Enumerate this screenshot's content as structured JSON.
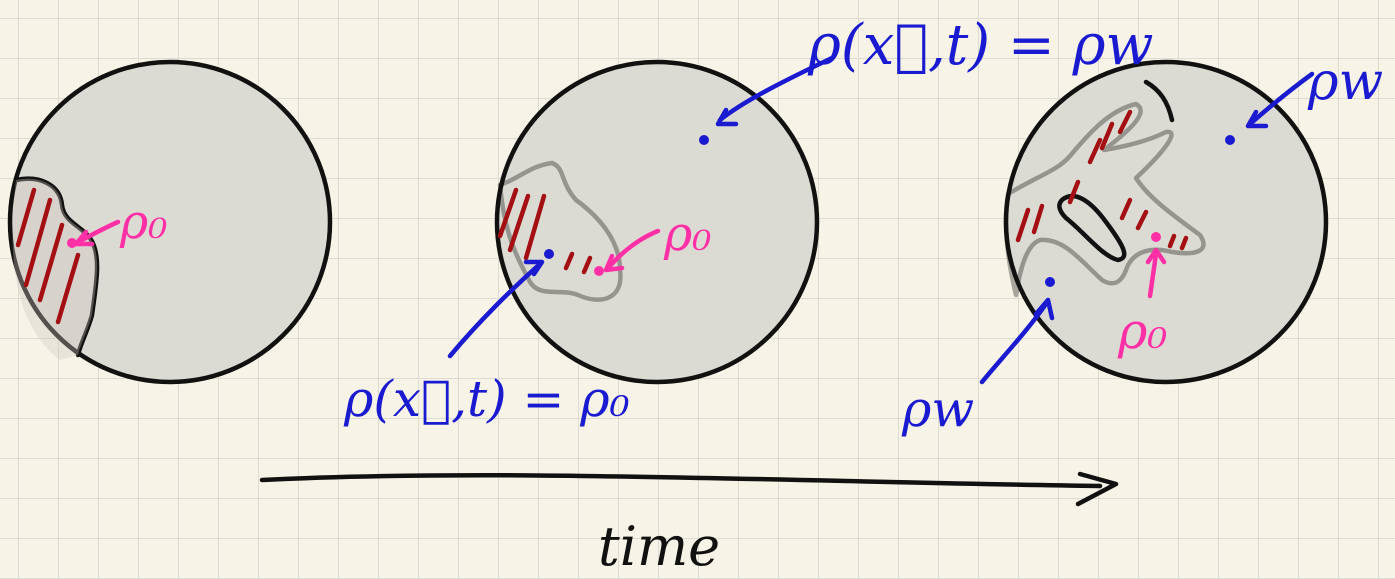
{
  "labels": {
    "panel1_rho0": "ρ₀",
    "panel2_rho_top": "ρ(x⃗,t) = ρw",
    "panel2_rho0": "ρ₀",
    "panel2_rho_bottom": "ρ(x⃗,t) = ρ₀",
    "panel3_rhow_top": "ρw",
    "panel3_rho0": "ρ₀",
    "panel3_rhow_bottom": "ρw",
    "time": "time"
  }
}
